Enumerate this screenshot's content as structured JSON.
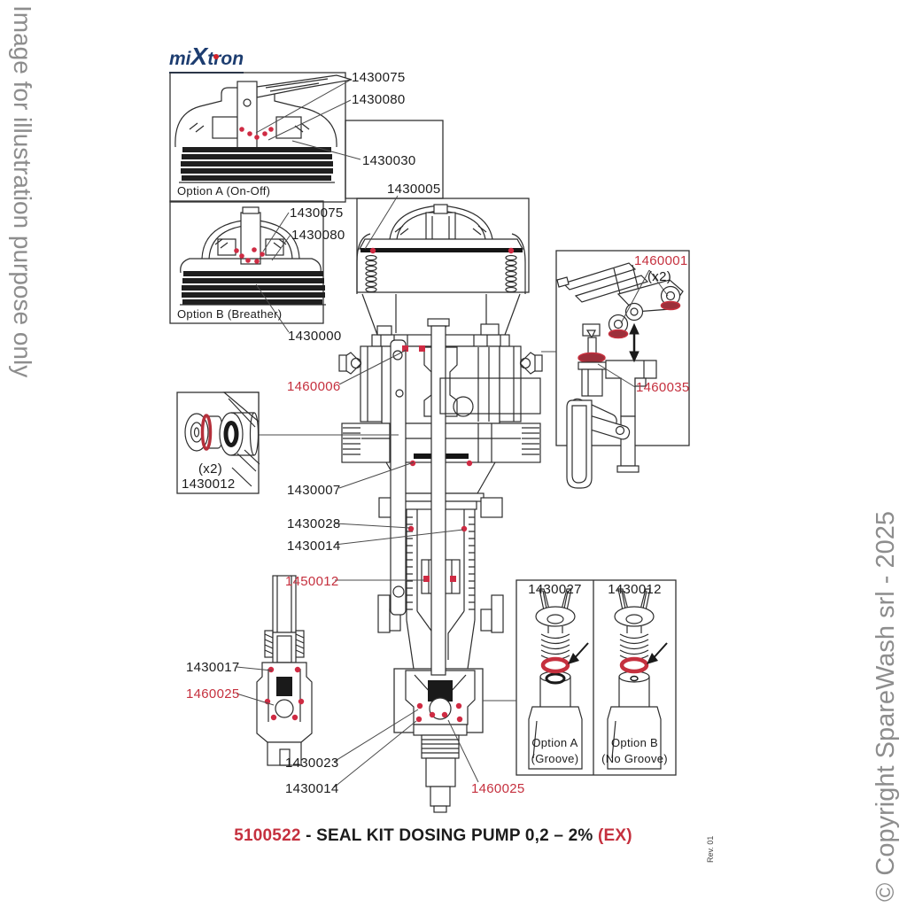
{
  "watermarks": {
    "left": "Image for illustration purpose only",
    "right": "© Copyright SpareWash srl - 2025"
  },
  "logo": {
    "part1": "mi",
    "part2": "X",
    "part3": "tron"
  },
  "labels": {
    "opt_a_75": "1430075",
    "opt_a_80": "1430080",
    "opt_a_30": "1430030",
    "cap_05": "1430005",
    "opt_b_75": "1430075",
    "opt_b_80": "1430080",
    "opt_b_00": "1430000",
    "seal_06": "1460006",
    "seals_qty": "(x2)",
    "seals_part": "1430012",
    "body_07": "1430007",
    "body_28": "1430028",
    "body_14": "1430014",
    "seal_5012": "1450012",
    "valve_17": "1430017",
    "valve_25": "1460025",
    "foot_23": "1430023",
    "foot_14": "1430014",
    "foot_25": "1460025",
    "bracket_01": "1460001",
    "bracket_qty": "(x2)",
    "bracket_35": "1460035",
    "optbox_a_part": "1430027",
    "optbox_b_part": "1430012"
  },
  "captions": {
    "option_a_top": "Option A (On-Off)",
    "option_b_top": "Option B (Breather)",
    "option_a_bottom_1": "Option A",
    "option_a_bottom_2": "(Groove)",
    "option_b_bottom_1": "Option B",
    "option_b_bottom_2": "(No Groove)"
  },
  "title": {
    "code": "5100522",
    "main": " - SEAL KIT DOSING PUMP 0,2 – 2% ",
    "suffix": "(EX)"
  },
  "footer": {
    "revision": "Rev. 01"
  },
  "colors": {
    "label_red": "#c5303e",
    "marker_red": "#cf2b43",
    "maroon_seal": "#9c2f3a",
    "line_dark": "#2d2d2d",
    "logo_navy": "#1d3d70",
    "logo_dot_red": "#d4232a",
    "watermark_gray": "#8d8d8d"
  }
}
